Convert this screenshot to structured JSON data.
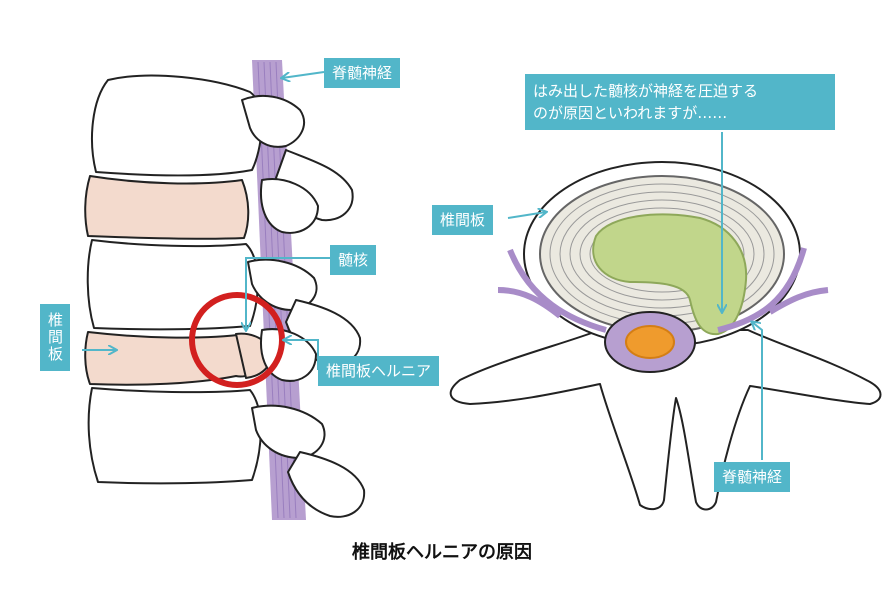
{
  "labels": {
    "spinal_nerve_left": "脊髄神経",
    "nucleus": "髄核",
    "disc_left": "椎間板",
    "herniation": "椎間板ヘルニア",
    "callout_line1": "はみ出した髄核が神経を圧迫する",
    "callout_line2": "のが原因といわれますが……",
    "disc_right": "椎間板",
    "spinal_nerve_right": "脊髄神経"
  },
  "caption": "椎間板ヘルニアの原因",
  "colors": {
    "label_bg": "#52b6c9",
    "bone_fill": "#ffffff",
    "disc_fill": "#f3dacd",
    "nerve_fill": "#b79fd0",
    "nucleus_fill": "#c1d68b",
    "cord_fill": "#ef9b2d",
    "highlight_ring": "#d2201f"
  }
}
